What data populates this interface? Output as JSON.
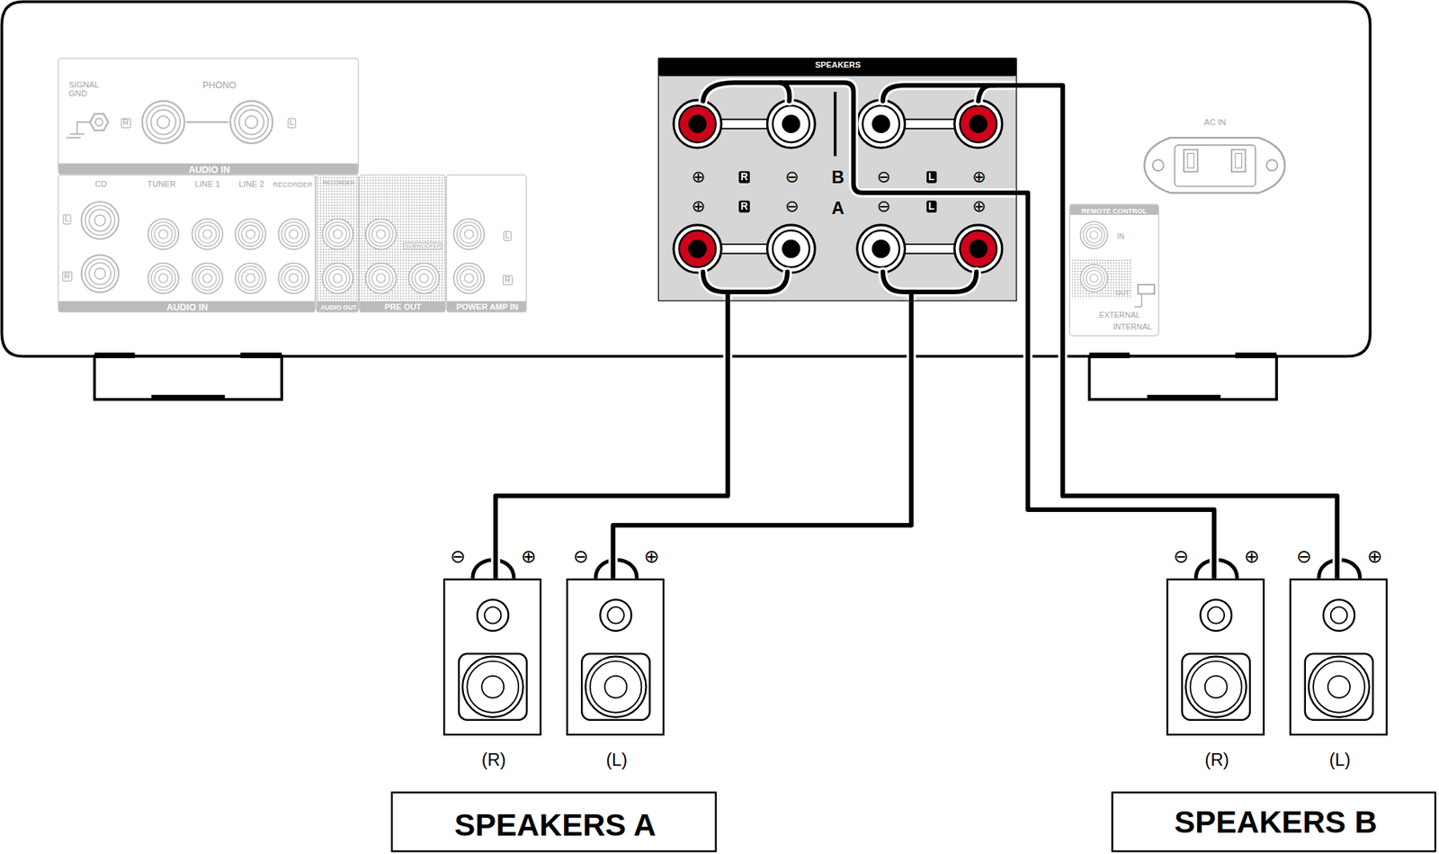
{
  "diagram": {
    "nodes": [
      {
        "text": [
          "SIGNAL GND",
          "R",
          "PHONO",
          "L",
          "AUDIO IN"
        ]
      },
      {
        "text": [
          "CD",
          "TUNER",
          "LINE 1",
          "LINE 2",
          "RECORDER",
          "L",
          "R",
          "AUDIO IN"
        ]
      },
      {
        "text": [
          "RECORDER",
          "AUDIO OUT"
        ]
      },
      {
        "text": [
          "SUBWOOFER",
          "PRE OUT"
        ]
      },
      {
        "text": [
          "POWER AMP IN",
          "L",
          "R"
        ]
      },
      {
        "text": [
          "SPEAKERS",
          "⊕",
          "R",
          "⊖",
          "B",
          "⊖",
          "L",
          "⊕",
          "⊕",
          "R",
          "⊖",
          "A",
          "⊖",
          "L",
          "⊕"
        ]
      },
      {
        "text": [
          "AC IN"
        ]
      },
      {
        "text": [
          "REMOTE CONTROL",
          "IN",
          "OUT",
          "EXTERNAL",
          "INTERNAL"
        ]
      },
      {
        "text": [
          "⊖",
          "⊕",
          "(R)"
        ]
      },
      {
        "text": [
          "⊖",
          "⊕",
          "(L)"
        ]
      },
      {
        "text": [
          "⊖",
          "⊕",
          "(R)"
        ]
      },
      {
        "text": [
          "⊖",
          "⊕",
          "(L)"
        ]
      },
      {
        "text": [
          "SPEAKERS A"
        ]
      },
      {
        "text": [
          "SPEAKERS B"
        ]
      }
    ],
    "edges": [
      {
        "from": 5,
        "to": 8,
        "arrow": "none"
      },
      {
        "from": 5,
        "to": 9,
        "arrow": "none"
      },
      {
        "from": 5,
        "to": 10,
        "arrow": "none"
      },
      {
        "from": 5,
        "to": 11,
        "arrow": "none"
      }
    ]
  }
}
